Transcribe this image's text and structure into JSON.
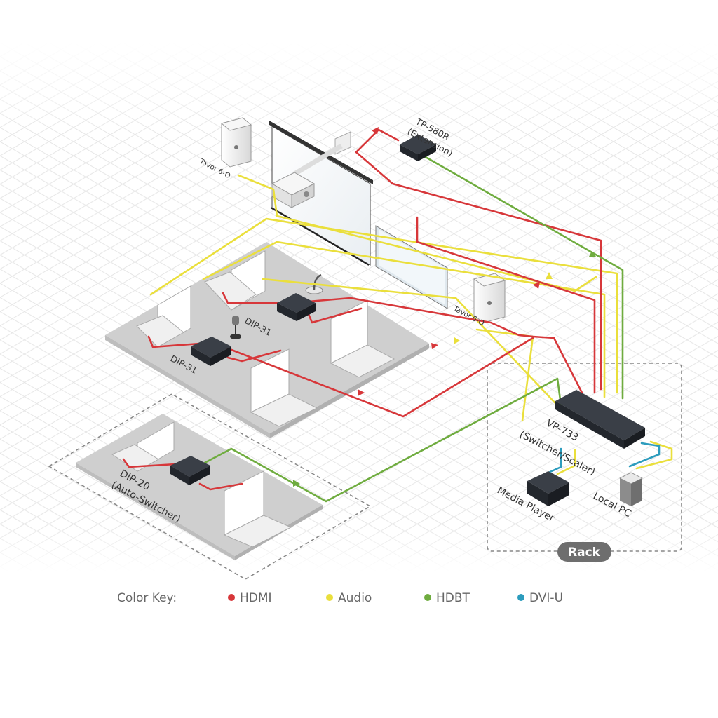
{
  "colors": {
    "hdmi": "#d7373a",
    "audio": "#eadf3c",
    "hdbt": "#6fac3f",
    "dvi": "#2c9cbd",
    "grid": "#e6e6e6",
    "platform": "#cfcfcf",
    "device": "#2b2f36",
    "dashed": "#888888"
  },
  "labels": {
    "tp580r_line1": "TP-580R",
    "tp580r_line2": "(Extension)",
    "tavor_top": "Tavor 6-O",
    "tavor_right": "Tavor 6-O",
    "dip31_upper": "DIP-31",
    "dip31_lower": "DIP-31",
    "dip20_line1": "DIP-20",
    "dip20_line2": "(Auto-Switcher)",
    "vp733_line1": "VP-733",
    "vp733_line2": "(Switcher/Scaler)",
    "media_player": "Media Player",
    "local_pc": "Local PC",
    "rack": "Rack"
  },
  "color_key": {
    "title": "Color Key:",
    "items": [
      {
        "label": "HDMI",
        "color": "#d7373a"
      },
      {
        "label": "Audio",
        "color": "#eadf3c"
      },
      {
        "label": "HDBT",
        "color": "#6fac3f"
      },
      {
        "label": "DVI-U",
        "color": "#2c9cbd"
      }
    ]
  }
}
